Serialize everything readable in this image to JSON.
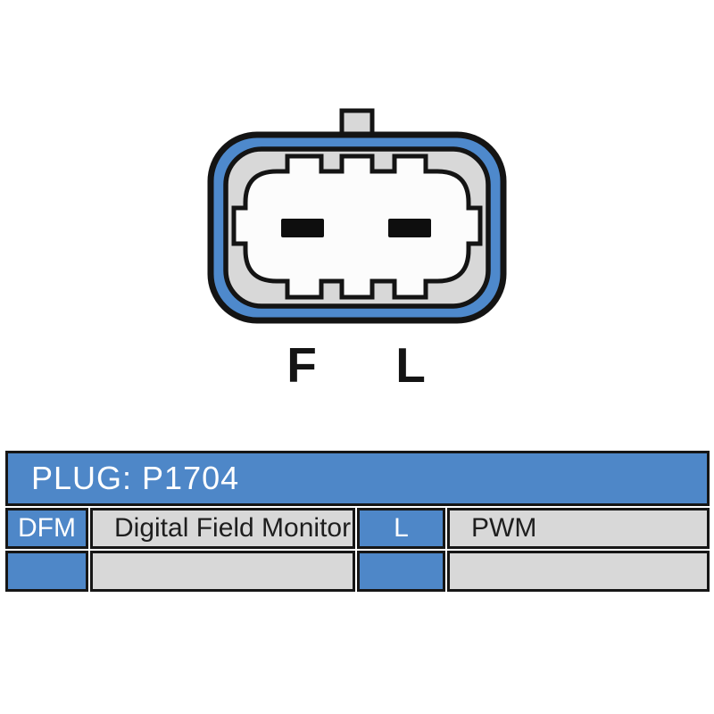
{
  "connector_diagram": {
    "pin_labels": {
      "left": "F",
      "right": "L"
    },
    "pin_count": "2",
    "colors": {
      "shell_blue": "#4E89CC",
      "body_gray": "#D8D8D8",
      "cavity_white": "#FCFCFC",
      "outline_black": "#141414",
      "pin_black": "#0E0E0E"
    }
  },
  "plug_table": {
    "header": {
      "title": "PLUG: P1704"
    },
    "rows": [
      {
        "c0": "DFM",
        "c1": "Digital Field Monitor",
        "c2": "L",
        "c3": "PWM"
      },
      {
        "c0": "",
        "c1": "",
        "c2": "",
        "c3": ""
      }
    ],
    "colors": {
      "header_blue": "#4E87C8",
      "cell_gray": "#D8D8D8",
      "header_text": "#FFFFFF",
      "cell_text": "#1E1E1E",
      "border": "#161616"
    }
  }
}
